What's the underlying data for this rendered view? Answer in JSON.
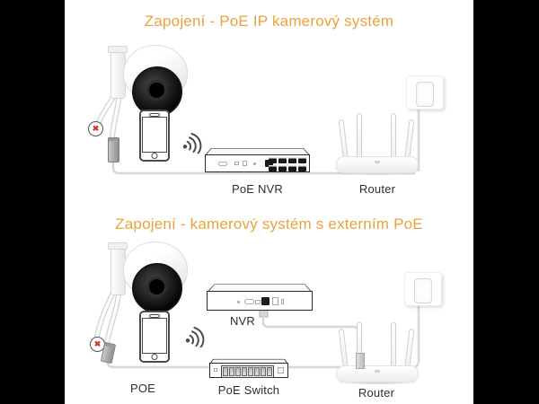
{
  "colors": {
    "background_bars": "#000000",
    "content_background": "#ffffff",
    "title_orange": "#eaa23c",
    "label_text": "#2e2e2e",
    "cable_gray": "#d8d8d8",
    "device_outline": "#2b2b2b",
    "error_red": "#d7342b"
  },
  "icons": {
    "no_power_glyph": "✖"
  },
  "sections": [
    {
      "title": "Zapojení - PoE IP kamerový systém",
      "labels": {
        "nvr": "PoE NVR",
        "router": "Router"
      }
    },
    {
      "title": "Zapojení - kamerový systém s externím PoE",
      "labels": {
        "poe": "POE",
        "nvr": "NVR",
        "switch": "PoE Switch",
        "router": "Router"
      }
    }
  ]
}
